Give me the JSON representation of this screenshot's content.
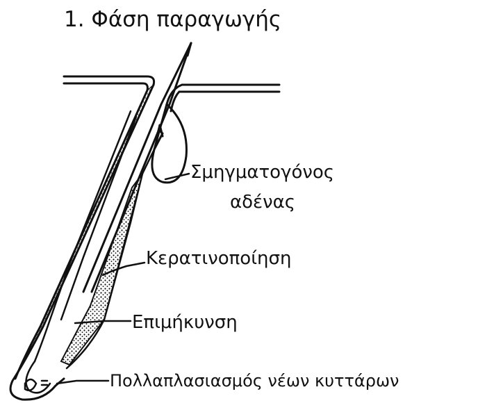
{
  "title": "1. Φάση παραγωγής",
  "labels": {
    "sebaceous_gland_line1": "Σμηγματογόνος",
    "sebaceous_gland_line2": "αδένας",
    "keratinization": "Κερατινοποίηση",
    "elongation": "Επιμήκυνση",
    "new_cell_multiplication": "Πολλαπλασιασμός νέων κυττάρων"
  },
  "colors": {
    "ink": "#111111",
    "background": "#ffffff"
  }
}
